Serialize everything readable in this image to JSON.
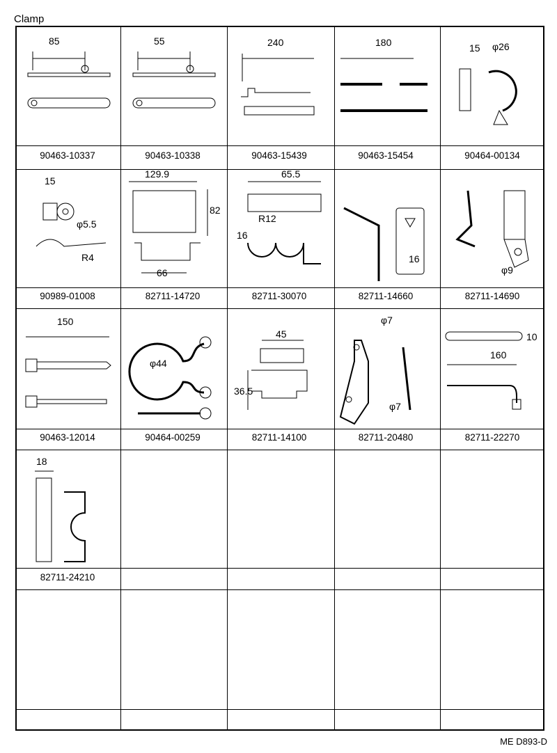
{
  "header": {
    "title": "Clamp"
  },
  "footer": {
    "code": "ME D893-D"
  },
  "parts": [
    {
      "number": "90463-10337",
      "dims": [
        "85"
      ]
    },
    {
      "number": "90463-10338",
      "dims": [
        "55"
      ]
    },
    {
      "number": "90463-15439",
      "dims": [
        "240"
      ]
    },
    {
      "number": "90463-15454",
      "dims": [
        "180"
      ]
    },
    {
      "number": "90464-00134",
      "dims": [
        "15",
        "φ26"
      ]
    },
    {
      "number": "90989-01008",
      "dims": [
        "15",
        "φ5.5",
        "R4"
      ]
    },
    {
      "number": "82711-14720",
      "dims": [
        "129.9",
        "82",
        "66"
      ]
    },
    {
      "number": "82711-30070",
      "dims": [
        "65.5",
        "16",
        "R12"
      ]
    },
    {
      "number": "82711-14660",
      "dims": [
        "16"
      ]
    },
    {
      "number": "82711-14690",
      "dims": [
        "φ9"
      ]
    },
    {
      "number": "90463-12014",
      "dims": [
        "150"
      ]
    },
    {
      "number": "90464-00259",
      "dims": [
        "φ44"
      ]
    },
    {
      "number": "82711-14100",
      "dims": [
        "45",
        "36.5"
      ]
    },
    {
      "number": "82711-20480",
      "dims": [
        "φ7",
        "φ7"
      ]
    },
    {
      "number": "82711-22270",
      "dims": [
        "10",
        "160"
      ]
    },
    {
      "number": "82711-24210",
      "dims": [
        "18"
      ]
    }
  ]
}
